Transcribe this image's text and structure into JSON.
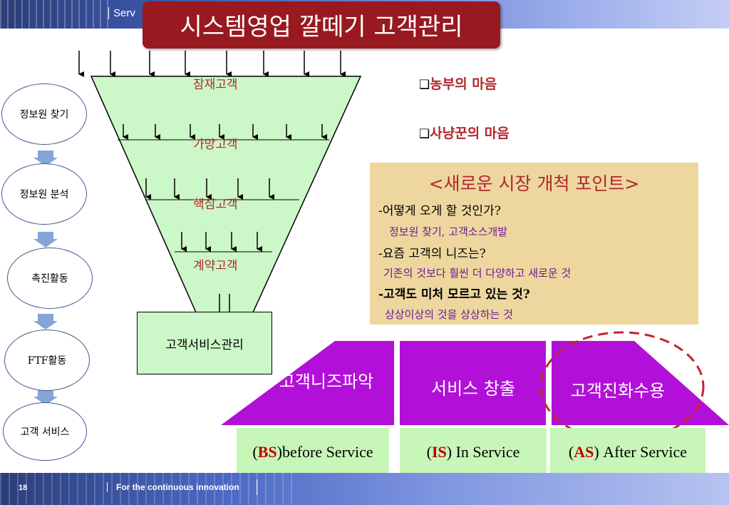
{
  "header": {
    "section_label": "Serv",
    "title": "시스템영업 깔떼기 고객관리"
  },
  "footer": {
    "page_number": "18",
    "tagline": "For the continuous innovation"
  },
  "process_steps": [
    "정보원 찾기",
    "정보원 분석",
    "촉진활동",
    "FTF활동",
    "고객 서비스"
  ],
  "funnel": {
    "levels": [
      "잠재고객",
      "가망고객",
      "핵심고객",
      "계약고객"
    ],
    "bottom_box": "고객서비스관리"
  },
  "mindsets": [
    "농부의 마음",
    "사냥꾼의 마음"
  ],
  "checkbox_glyph": "❑",
  "new_market": {
    "title": "<새로운 시장 개척 포인트>",
    "items": [
      {
        "question": "-어떻게 오게 할 것인가?",
        "answer": "정보원 찾기, 고객소스개발"
      },
      {
        "question": "-요즘 고객의 니즈는?",
        "answer": "기존의 것보다 훨씬 더 다양하고 새로운 것"
      },
      {
        "question": "-고객도 미처 모르고 있는 것?",
        "answer": "상상이상의 것을 상상하는 것"
      }
    ]
  },
  "stages": [
    {
      "label": "고객니즈파악",
      "abbr": "BS",
      "phase": "before Service"
    },
    {
      "label": "서비스 창출",
      "abbr": "IS",
      "phase": "In Service"
    },
    {
      "label": "고객진화수용",
      "abbr": "AS",
      "phase": "After Service"
    }
  ],
  "colors": {
    "title_bg": "#98191f",
    "funnel_fill": "#ccf7c8",
    "stage_fill": "#b210d8",
    "phase_fill": "#c7f6b8",
    "panel_bg": "#eed79f",
    "accent_red": "#b0282c",
    "highlight_dash": "#c0262c"
  }
}
